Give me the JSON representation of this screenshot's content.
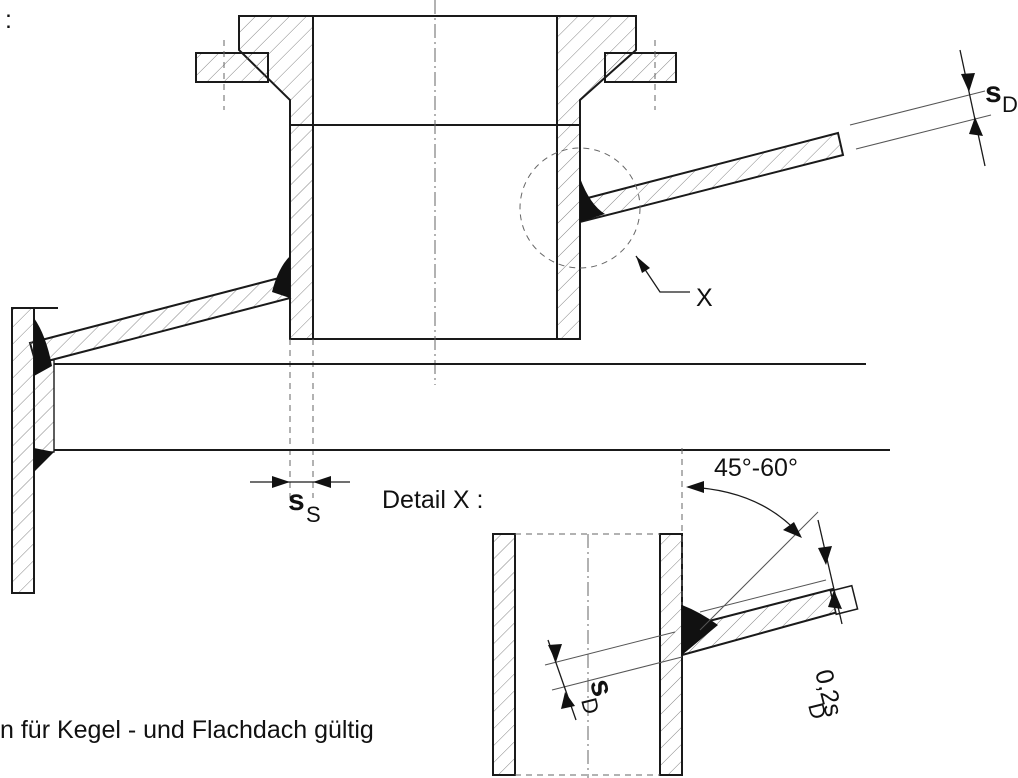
{
  "labels": {
    "colon_left": ":",
    "s_d_top": "s",
    "s_d_top_sub": "D",
    "x_marker": "X",
    "s_s": "s",
    "s_s_sub": "S",
    "detail_title": "Detail X :",
    "angle": "45°-60°",
    "s_d_detail": "s",
    "s_d_detail_sub": "D",
    "weld_size": "0,2s",
    "weld_size_sub": "D",
    "note": "n für Kegel - und Flachdach gültig"
  }
}
